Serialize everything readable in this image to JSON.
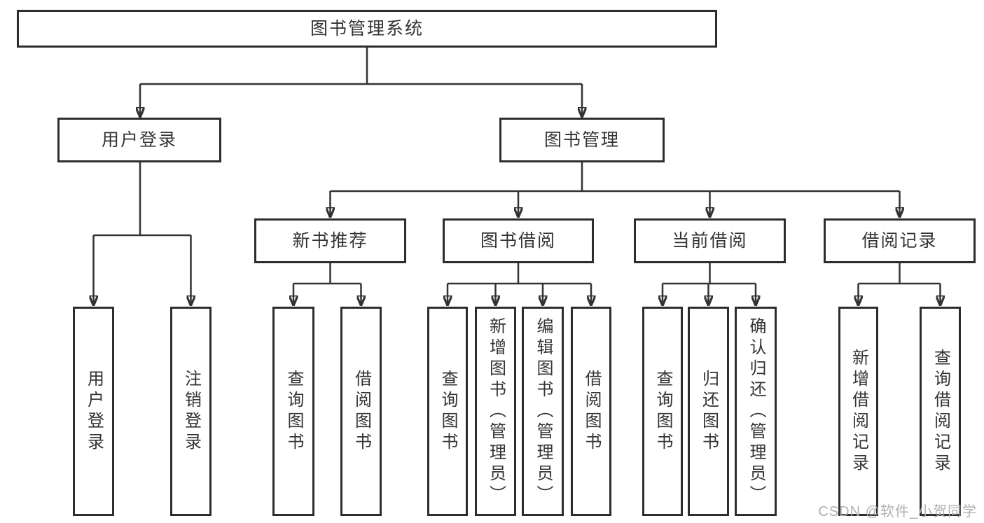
{
  "root": {
    "label": "图书管理系统"
  },
  "level2": {
    "user_login": {
      "label": "用户登录"
    },
    "book_management": {
      "label": "图书管理"
    }
  },
  "level3": {
    "new_book_recommend": {
      "label": "新书推荐"
    },
    "book_borrow": {
      "label": "图书借阅"
    },
    "current_borrow": {
      "label": "当前借阅"
    },
    "borrow_records": {
      "label": "借阅记录"
    }
  },
  "leaves": {
    "user_login_children": [
      "用户登录",
      "注销登录"
    ],
    "new_book_children": [
      "查询图书",
      "借阅图书"
    ],
    "book_borrow_children": [
      "查询图书",
      "新增图书（管理员）",
      "编辑图书（管理员）",
      "借阅图书"
    ],
    "current_borrow_children": [
      "查询图书",
      "归还图书",
      "确认归还（管理员）"
    ],
    "borrow_records_children": [
      "新增借阅记录",
      "查询借阅记录"
    ]
  },
  "watermark": {
    "text": "CSDN @软件_小贺同学"
  },
  "colors": {
    "line": "#333333",
    "box_border": "#2d2d2d",
    "text": "#343434",
    "watermark": "#b0b0b0"
  }
}
